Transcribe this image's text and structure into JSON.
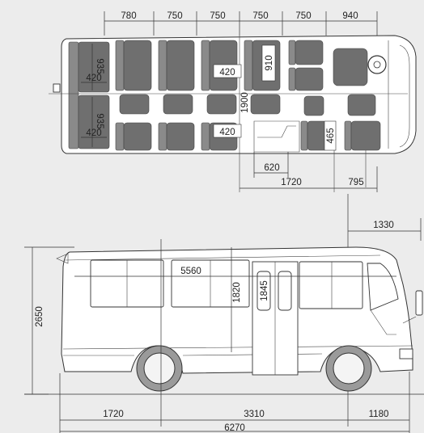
{
  "top_view": {
    "seat_pitch_dims": [
      "780",
      "750",
      "750",
      "750",
      "750",
      "940"
    ],
    "rear_seat_depth_upper": "935",
    "rear_seat_depth_lower": "935",
    "rear_seat_width_upper": "420",
    "rear_seat_width_lower": "420",
    "seat_width_mid_upper": "420",
    "seat_width_mid_lower": "420",
    "seat_depth_front": "910",
    "aisle_width": "1900",
    "door_seat_depth": "465",
    "door_step_width": "620",
    "rear_to_door": "1720",
    "door_to_front": "795"
  },
  "side_view": {
    "front_overhang_top": "1330",
    "interior_length": "5560",
    "interior_height": "1820",
    "door_height": "1845",
    "overall_height": "2650",
    "rear_overhang": "1720",
    "wheelbase": "3310",
    "front_overhang": "1180",
    "overall_length": "6270"
  }
}
